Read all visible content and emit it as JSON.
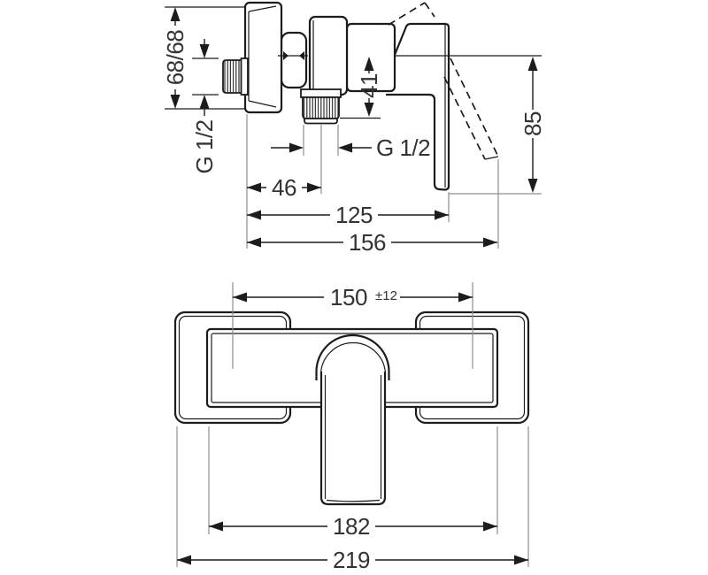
{
  "drawing": {
    "kind": "technical-dimension-drawing",
    "subject": "wall-mounted single-lever shower mixer, side view and front view",
    "colors": {
      "background": "#ffffff",
      "object_line": "#1c1c1c",
      "extension_line": "#8f8f8f",
      "dimension_text": "#333333"
    },
    "side_view": {
      "dims": {
        "height_spacing": "68/68",
        "inlet_thread": "G 1/2",
        "outlet_thread": "G 1/2",
        "outlet_offset": "46",
        "depth_to_handle": "125",
        "depth_overall": "156",
        "outlet_drop": "41",
        "handle_clearance": "85"
      }
    },
    "front_view": {
      "dims": {
        "connection_spacing": "150",
        "connection_tolerance": "±12",
        "body_width": "182",
        "overall_width": "219"
      }
    }
  }
}
